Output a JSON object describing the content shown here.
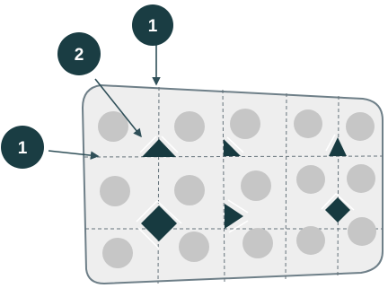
{
  "callouts": [
    {
      "id": "top-1",
      "label": "1"
    },
    {
      "id": "middle-2",
      "label": "2"
    },
    {
      "id": "left-1",
      "label": "1"
    }
  ],
  "colors": {
    "badge_fill": "#1a3d43",
    "badge_dark": "#173a40",
    "pack_fill": "#eeeeee",
    "pack_border": "#6e7f88",
    "pill_fill": "#c6c6c6",
    "perforation": "#64727a",
    "arrow": "#2f4f58"
  },
  "blister_pack": {
    "rows": 3,
    "cols": 5,
    "pill_count": 15
  }
}
